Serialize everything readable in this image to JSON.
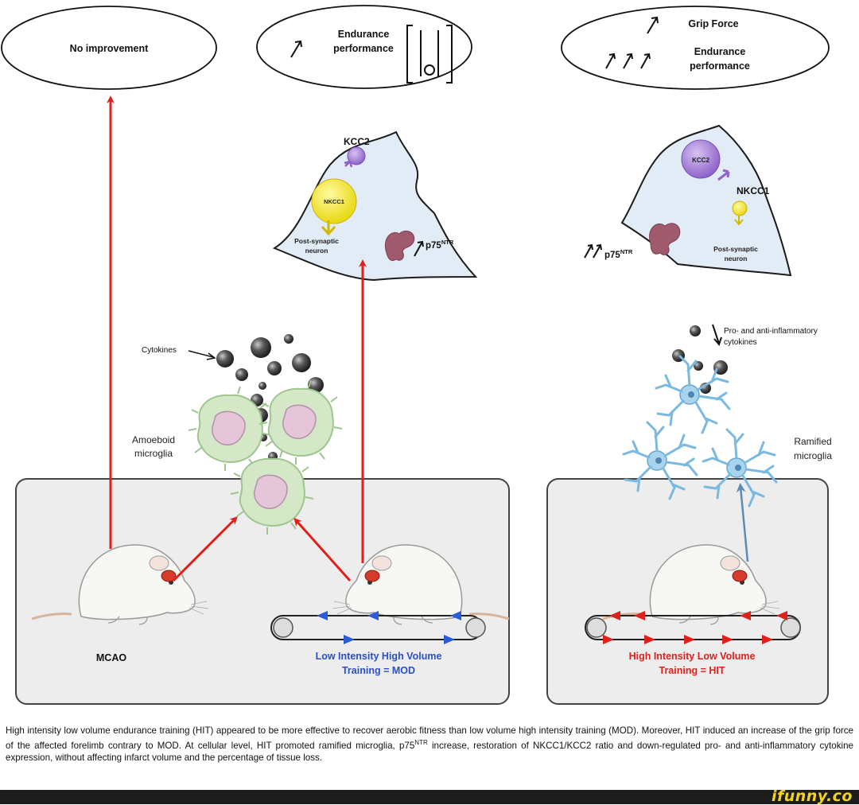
{
  "ovals": {
    "left": {
      "text": "No improvement"
    },
    "middle": {
      "line1": "Endurance",
      "line2": "performance"
    },
    "right": {
      "grip": "Grip Force",
      "line1": "Endurance",
      "line2": "performance"
    }
  },
  "neuron_middle": {
    "kcc2": "KCC2",
    "nkcc1": "NKCC1",
    "label1": "Post-synaptic",
    "label2": "neuron",
    "p75": "p75",
    "p75_sup": "NTR"
  },
  "neuron_right": {
    "kcc2": "KCC2",
    "nkcc1": "NKCC1",
    "label1": "Post-synaptic",
    "label2": "neuron",
    "p75": "p75",
    "p75_sup": "NTR"
  },
  "labels": {
    "cytokines": "Cytokines",
    "amoeboid1": "Amoeboid",
    "amoeboid2": "microglia",
    "proanti1": "Pro- and anti-inflammatory",
    "proanti2": "cytokines",
    "ramified1": "Ramified",
    "ramified2": "microglia",
    "mcao": "MCAO",
    "mod1": "Low Intensity High Volume",
    "mod2": "Training = MOD",
    "hit1": "High Intensity Low Volume",
    "hit2": "Training = HIT"
  },
  "caption": {
    "part1": "High intensity low volume endurance training (HIT) appeared to be more effective to recover aerobic fitness than low volume high intensity training (MOD). Moreover, HIT induced an increase of the grip force of the affected forelimb contrary to MOD. At cellular level, HIT promoted ramified microglia, p75",
    "sup": "NTR",
    "part2": " increase, restoration of NKCC1/KCC2 ratio and down-regulated pro- and anti-inflammatory cytokine expression, without affecting infarct volume and the percentage of tissue loss."
  },
  "footer": {
    "brand": "ifunny.co"
  },
  "colors": {
    "red_arrow": "#e0201a",
    "blue_text": "#2a4fc8",
    "red_text": "#e0201a",
    "kcc2": "#a77fd6",
    "nkcc1": "#f6e82a",
    "microglia_amoeboid": "#cfe6c4",
    "microglia_ramified": "#a9d4ee"
  }
}
